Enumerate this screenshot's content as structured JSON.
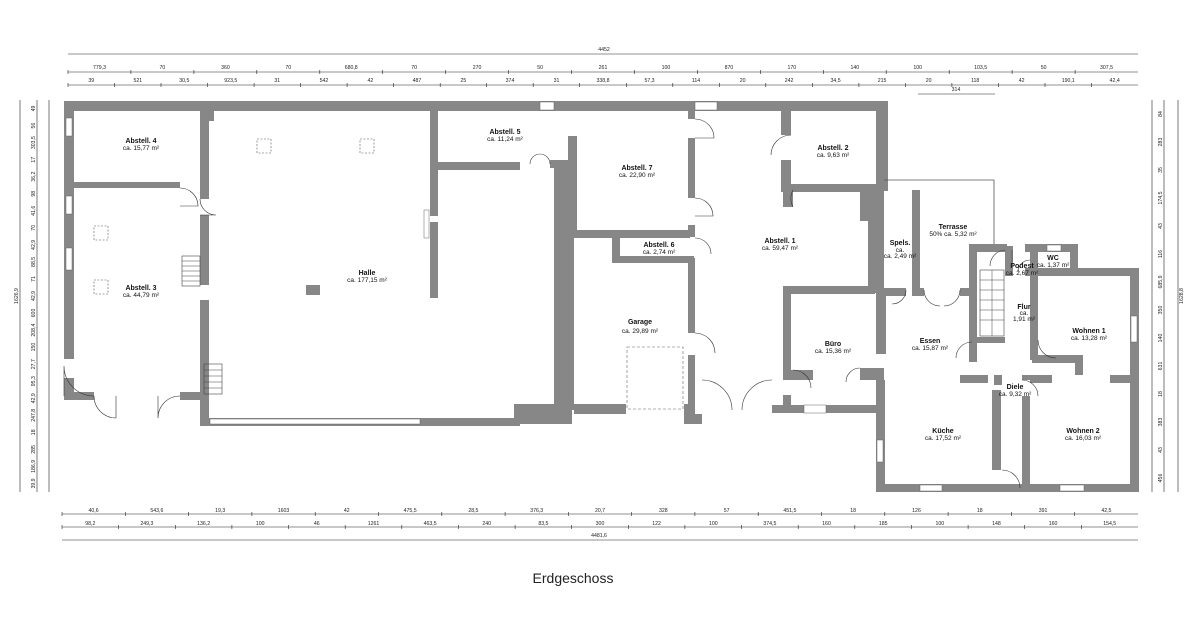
{
  "caption": "Erdgeschoss",
  "rooms": [
    {
      "id": "abstell4",
      "name": "Abstell. 4",
      "area": "ca. 15,77 m²"
    },
    {
      "id": "abstell3",
      "name": "Abstell. 3",
      "area": "ca. 44,79 m²"
    },
    {
      "id": "halle",
      "name": "Halle",
      "area": "ca. 177,15 m²"
    },
    {
      "id": "abstell5",
      "name": "Abstell. 5",
      "area": "ca. 11,24 m²"
    },
    {
      "id": "abstell7",
      "name": "Abstell. 7",
      "area": "ca. 22,90 m²"
    },
    {
      "id": "abstell6",
      "name": "Abstell. 6",
      "area": "ca. 2,74 m²"
    },
    {
      "id": "garage",
      "name": "Garage",
      "area": "ca. 29,89 m²"
    },
    {
      "id": "abstell2",
      "name": "Abstell. 2",
      "area": "ca. 9,63 m²"
    },
    {
      "id": "abstell1",
      "name": "Abstell. 1",
      "area": "ca. 59,47 m²"
    },
    {
      "id": "buero",
      "name": "Büro",
      "area": "ca. 15,36 m²"
    },
    {
      "id": "spels",
      "name": "Spels.",
      "area": "ca. 2,49 m²",
      "area_prefix": "ca."
    },
    {
      "id": "terrasse",
      "name": "Terrasse",
      "area": "50% ca. 5,32 m²"
    },
    {
      "id": "podest",
      "name": "Podest",
      "area": "ca. 2,67 m²"
    },
    {
      "id": "wc",
      "name": "WC",
      "area": "ca. 1,37 m²"
    },
    {
      "id": "flur",
      "name": "Flur",
      "area": "1,91 m²",
      "area_prefix": "ca."
    },
    {
      "id": "essen",
      "name": "Essen",
      "area": "ca. 15,87 m²"
    },
    {
      "id": "wohnen1",
      "name": "Wohnen 1",
      "area": "ca. 13,28 m²"
    },
    {
      "id": "diele",
      "name": "Diele",
      "area": "ca. 9,32 m²"
    },
    {
      "id": "kueche",
      "name": "Küche",
      "area": "ca. 17,52 m²"
    },
    {
      "id": "wohnen2",
      "name": "Wohnen 2",
      "area": "ca. 16,03 m²"
    }
  ],
  "dims_top": {
    "total": "4452",
    "row1": [
      "779,3",
      "70",
      "360",
      "70",
      "680,8",
      "70",
      "270",
      "50",
      "261",
      "100",
      "870",
      "170",
      "140",
      "100",
      "103,5",
      "50",
      "307,5"
    ],
    "row2": [
      "39",
      "521",
      "30,5",
      "923,5",
      "31",
      "542",
      "42",
      "487",
      "25",
      "374",
      "31",
      "338,8",
      "57,3",
      "114",
      "20",
      "242",
      "34,5",
      "215",
      "20",
      "118",
      "42",
      "190,1",
      "42,4"
    ],
    "row3": [
      "314"
    ]
  },
  "dims_bottom": {
    "row1": [
      "40,6",
      "543,6",
      "19,3",
      "1603",
      "42",
      "475,5",
      "28,5",
      "376,3",
      "20,7",
      "328",
      "57",
      "451,5",
      "18",
      "126",
      "18",
      "391",
      "42,5"
    ],
    "row2": [
      "98,2",
      "249,3",
      "136,2",
      "100",
      "46",
      "1261",
      "463,5",
      "240",
      "83,5",
      "300",
      "122",
      "100",
      "374,5",
      "160",
      "185",
      "100",
      "148",
      "160",
      "154,5"
    ],
    "total": "4481,6"
  },
  "dims_left": {
    "outer": "1626,9",
    "values": [
      "49",
      "56",
      "303,5",
      "17",
      "36,2",
      "98",
      "41,6",
      "70",
      "42,9",
      "88,5",
      "71",
      "42,9",
      "600",
      "208,4",
      "150",
      "27,7",
      "95,3",
      "42,9",
      "247,8",
      "18",
      "285",
      "186,9",
      "39,9"
    ]
  },
  "dims_right": {
    "outer": "1628,8",
    "values": [
      "84",
      "283",
      "35",
      "174,5",
      "43",
      "116",
      "685,9",
      "350",
      "140",
      "631",
      "18",
      "383",
      "43",
      "456"
    ]
  }
}
